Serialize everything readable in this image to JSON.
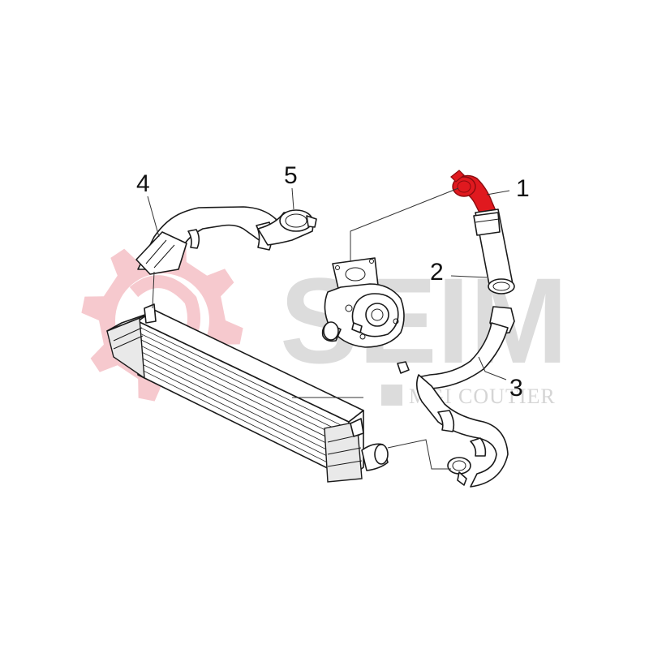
{
  "watermark": {
    "brand_word": "SEIM",
    "sub_brand": "MGI COUTIER",
    "gear_color": "#f6c9ce",
    "text_color": "#dcdcdc"
  },
  "highlight_color": "#e0191f",
  "callouts": [
    {
      "id": "1",
      "text": "1"
    },
    {
      "id": "2",
      "text": "2"
    },
    {
      "id": "3",
      "text": "3"
    },
    {
      "id": "4",
      "text": "4"
    },
    {
      "id": "5",
      "text": "5"
    }
  ],
  "parts": {
    "highlighted": "hose-1",
    "components": [
      "turbocharger",
      "intercooler",
      "hose-1",
      "hose-2",
      "hose-3",
      "hose-4",
      "hose-5"
    ]
  }
}
